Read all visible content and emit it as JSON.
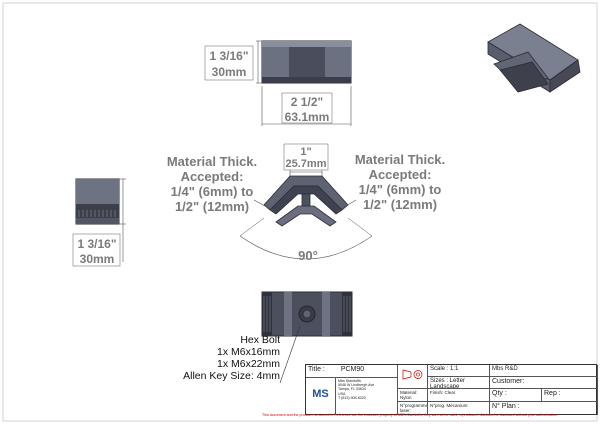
{
  "dims": {
    "top_height_frac": "1 3/16\"",
    "top_height_mm": "30mm",
    "top_width_frac": "2 1/2\"",
    "top_width_mm": "63.1mm",
    "side_height_frac": "1 3/16\"",
    "side_height_mm": "30mm",
    "center_width_frac": "1\"",
    "center_width_mm": "25.7mm",
    "angle": "90°"
  },
  "material_left": {
    "line1": "Material Thick.",
    "line2": "Accepted:",
    "line3": "1/4\" (6mm) to",
    "line4": "1/2\" (12mm)"
  },
  "material_right": {
    "line1": "Material Thick.",
    "line2": "Accepted:",
    "line3": "1/4\" (6mm) to",
    "line4": "1/2\" (12mm)"
  },
  "hardware": {
    "line1": "Hex Bolt",
    "line2": "1x M6x16mm",
    "line3": "1x M6x22mm",
    "line4": "Allen Key Size: 4mm"
  },
  "title_block": {
    "title_label": "Title :",
    "title_value": "PCM90",
    "scale": "Scale : 1:1",
    "company": "Mbs R&D",
    "sizes": "Sizes : Letter Landscape",
    "customer": "Customer:",
    "logo": "MS",
    "address1": "Mbs Standoffs",
    "address2": "5046 W Lindbergh Ave",
    "address3": "Tampa, FL 33634",
    "address4": "USA",
    "address5": "T (813) 908-8320",
    "material": "Material: Nylon",
    "finish": "Finish: Clear",
    "qty": "Qty :",
    "rep": "Rep :",
    "programme": "N°programme laser:",
    "prog": "N°prog. Mécanium:",
    "plan": "N° Plan :"
  },
  "footer": "This document and the product mentioned in Reference are the exclusive property of MBS-Standoffs, they can not be used, reproduced, disclosed or disclosed without prior authorization"
}
